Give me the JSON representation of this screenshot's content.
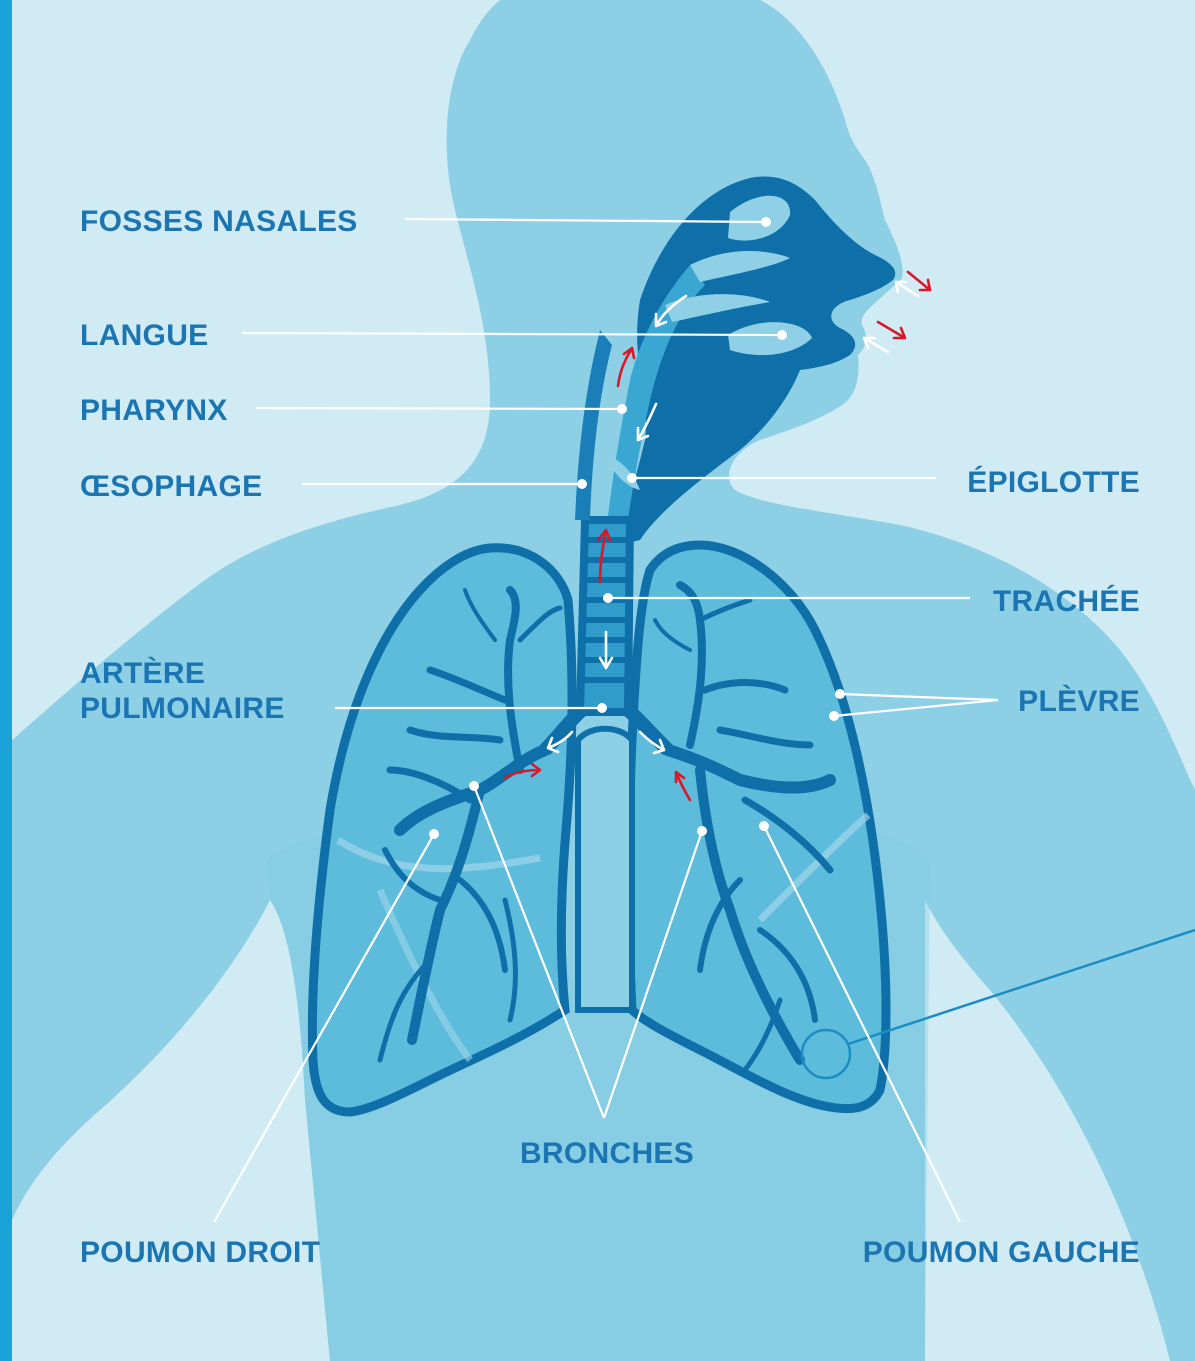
{
  "colors": {
    "background": "#d1ebf4",
    "left_bar": "#1aa3d6",
    "body": "#8dd0e6",
    "organ_dark": "#0f6fa8",
    "organ_fill": "#5dbcdc",
    "label": "#1a75b2",
    "leader": "#ffffff",
    "arrow_air_in": "#ffffff",
    "arrow_air_out": "#d7192a"
  },
  "labels": {
    "fosses_nasales": "FOSSES NASALES",
    "langue": "LANGUE",
    "pharynx": "PHARYNX",
    "oesophage": "ŒSOPHAGE",
    "epiglotte": "ÉPIGLOTTE",
    "trachee": "TRACHÉE",
    "artere_line1": "ARTÈRE",
    "artere_line2": "PULMONAIRE",
    "plevre": "PLÈVRE",
    "bronches": "BRONCHES",
    "poumon_droit": "POUMON DROIT",
    "poumon_gauche": "POUMON GAUCHE"
  }
}
